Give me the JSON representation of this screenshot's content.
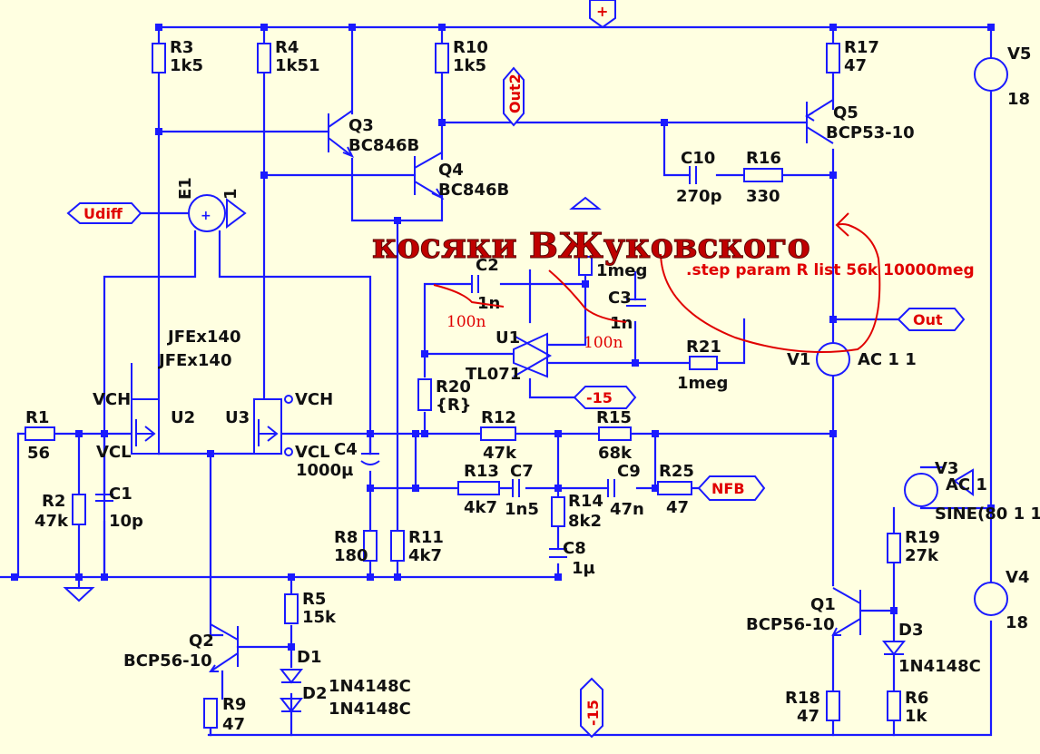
{
  "overlay": {
    "title": "косяки ВЖуковского",
    "step_directive": ".step param R list 56k 10000meg",
    "c2_note": "100n",
    "c3_note": "100n"
  },
  "flags": {
    "plus": "+",
    "minus_bottom": "-15",
    "minus_u1": "-15",
    "out2": "Out2",
    "udiff": "Udiff",
    "out": "Out",
    "nfb": "NFB"
  },
  "components": {
    "R1": {
      "name": "R1",
      "value": "56"
    },
    "R2": {
      "name": "R2",
      "value": "47k"
    },
    "C1": {
      "name": "C1",
      "value": "10p"
    },
    "R3": {
      "name": "R3",
      "value": "1k5"
    },
    "R4": {
      "name": "R4",
      "value": "1k51"
    },
    "R10": {
      "name": "R10",
      "value": "1k5"
    },
    "R17": {
      "name": "R17",
      "value": "47"
    },
    "V5": {
      "name": "V5",
      "value": "18"
    },
    "Q3": {
      "name": "Q3",
      "value": "BC846B"
    },
    "Q4": {
      "name": "Q4",
      "value": "BC846B"
    },
    "Q5": {
      "name": "Q5",
      "value": "BCP53-10"
    },
    "C10": {
      "name": "C10",
      "value": "270p"
    },
    "R16": {
      "name": "R16",
      "value": "330"
    },
    "E1": {
      "name": "E1",
      "value": "1"
    },
    "C2": {
      "name": "C2",
      "value": "1n"
    },
    "C3": {
      "name": "C3",
      "value": "1n"
    },
    "R_1meg_top": {
      "value": "1meg"
    },
    "U1": {
      "name": "U1",
      "value": "TL071"
    },
    "R21": {
      "name": "R21",
      "value": "1meg"
    },
    "V1": {
      "name": "V1",
      "value": "AC 1 1"
    },
    "U2": {
      "name": "U2",
      "model": "JFEx140"
    },
    "U3": {
      "name": "U3",
      "model": "JFEx140"
    },
    "vch": "VCH",
    "vcl": "VCL",
    "R20": {
      "name": "R20",
      "value": "{R}"
    },
    "R12": {
      "name": "R12",
      "value": "47k"
    },
    "R15": {
      "name": "R15",
      "value": "68k"
    },
    "C4": {
      "name": "C4",
      "value": "1000µ"
    },
    "R13": {
      "name": "R13",
      "value": "4k7"
    },
    "C7": {
      "name": "C7",
      "value": "1n5"
    },
    "C9": {
      "name": "C9",
      "value": "47n"
    },
    "R25": {
      "name": "R25",
      "value": "47"
    },
    "R14": {
      "name": "R14",
      "value": "8k2"
    },
    "C8": {
      "name": "C8",
      "value": "1µ"
    },
    "R8": {
      "name": "R8",
      "value": "180"
    },
    "R11": {
      "name": "R11",
      "value": "4k7"
    },
    "R5": {
      "name": "R5",
      "value": "15k"
    },
    "D1": {
      "name": "D1",
      "value": "1N4148C"
    },
    "D2": {
      "name": "D2",
      "value": "1N4148C"
    },
    "Q2": {
      "name": "Q2",
      "value": "BCP56-10"
    },
    "R9": {
      "name": "R9",
      "value": "47"
    },
    "V3": {
      "name": "V3",
      "value": "SINE(80 1 1",
      "ac": "AC 1"
    },
    "R19": {
      "name": "R19",
      "value": "27k"
    },
    "Q1": {
      "name": "Q1",
      "value": "BCP56-10"
    },
    "D3": {
      "name": "D3",
      "value": "1N4148C"
    },
    "V4": {
      "name": "V4",
      "value": "18"
    },
    "R18": {
      "name": "R18",
      "value": "47"
    },
    "R6": {
      "name": "R6",
      "value": "1k"
    }
  },
  "colors": {
    "background": "#FFFFE1",
    "wire": "#1a1aff",
    "flag_text": "#e00000",
    "annotation": "#e00000"
  }
}
